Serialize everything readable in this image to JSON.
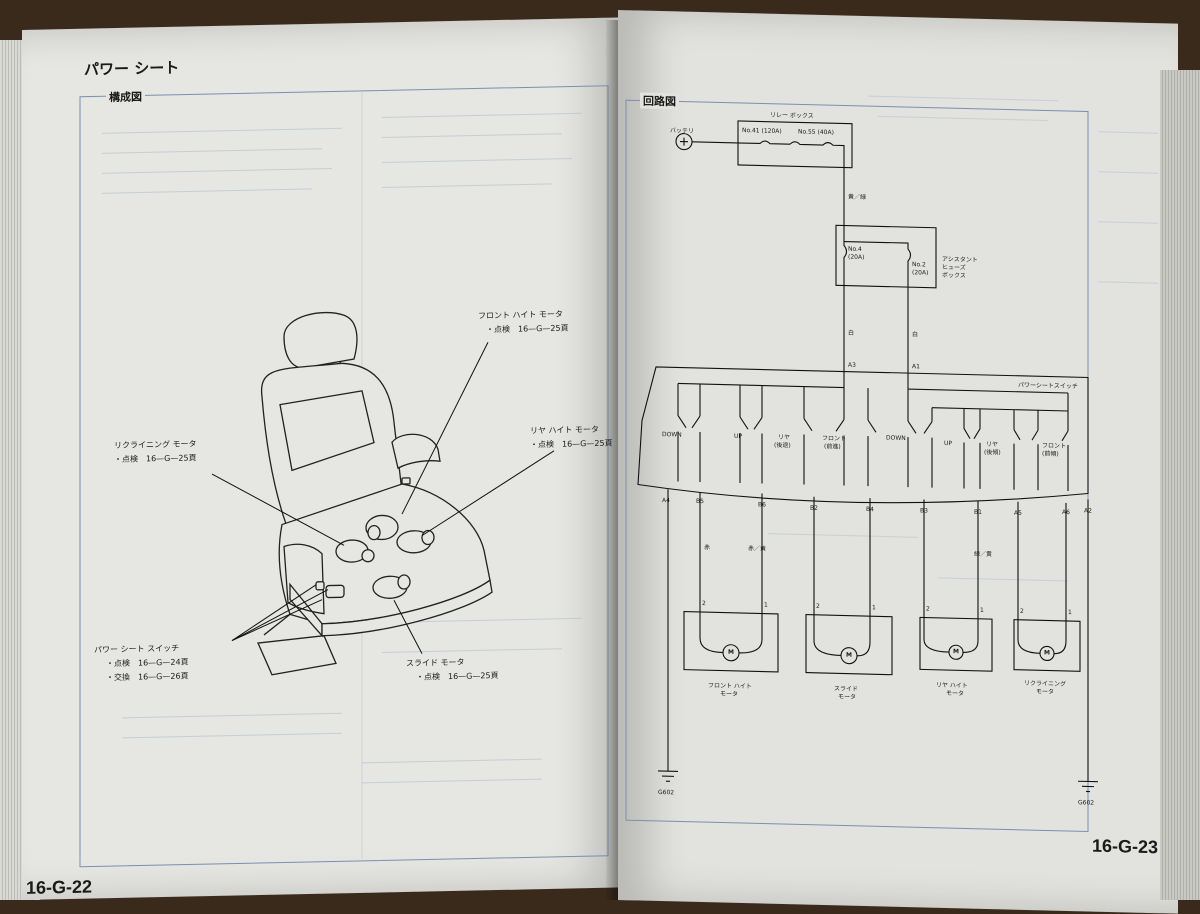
{
  "left_page": {
    "title": "パワー シート",
    "section": "構成図",
    "page_number": "16-G-22",
    "callouts": {
      "front_height": {
        "name": "フロント ハイト モータ",
        "check": "・点検　16—G—25頁"
      },
      "reclining": {
        "name": "リクライニング モータ",
        "check": "・点検　16—G—25頁"
      },
      "rear_height": {
        "name": "リヤ ハイト モータ",
        "check": "・点検　16—G—25頁"
      },
      "switch": {
        "name": "パワー シート スイッチ",
        "check": "・点検　16—G—24頁",
        "replace": "・交換　16—G—26頁"
      },
      "slide": {
        "name": "スライド モータ",
        "check": "・点検　16—G—25頁"
      }
    }
  },
  "right_page": {
    "section": "回路図",
    "page_number": "16-G-23",
    "battery": "バッテリ",
    "relay_box": {
      "title": "リレー ボックス",
      "fuse_a": "No.41 (120A)",
      "fuse_b": "No.55 (40A)"
    },
    "assistant_box": {
      "fuse_a": "No.4",
      "fuse_a_rating": "(20A)",
      "fuse_b": "No.2",
      "fuse_b_rating": "(20A)",
      "label_l1": "アシスタント",
      "label_l2": "ヒューズ",
      "label_l3": "ボックス"
    },
    "wire_colors": {
      "main": "黄／緑",
      "white": "白",
      "red": "赤",
      "red_yellow": "赤／黄",
      "green_yellow": "緑／黄"
    },
    "terminals": [
      "A3",
      "A1",
      "A4",
      "B5",
      "B6",
      "B2",
      "B4",
      "B3",
      "B1",
      "A5",
      "A6",
      "A2"
    ],
    "switch_title": "パワーシートスイッチ",
    "switch_labels": [
      "DOWN",
      "UP",
      "リヤ",
      "(後退)",
      "フロント",
      "(前進)",
      "DOWN",
      "UP",
      "リヤ",
      "(後傾)",
      "フロント",
      "(前傾)"
    ],
    "motors": {
      "front_height": {
        "l1": "フロント ハイト",
        "l2": "モータ"
      },
      "slide": {
        "l1": "スライド",
        "l2": "モータ"
      },
      "rear_height": {
        "l1": "リヤ ハイト",
        "l2": "モータ"
      },
      "reclining": {
        "l1": "リクライニング",
        "l2": "モータ"
      }
    },
    "motor_symbol": "M",
    "pin_2": "2",
    "pin_1": "1",
    "ground": "G602"
  },
  "colors": {
    "ink": "#1a1a1a",
    "page": "#e6e6e2",
    "box_line": "#7b8fb0"
  }
}
